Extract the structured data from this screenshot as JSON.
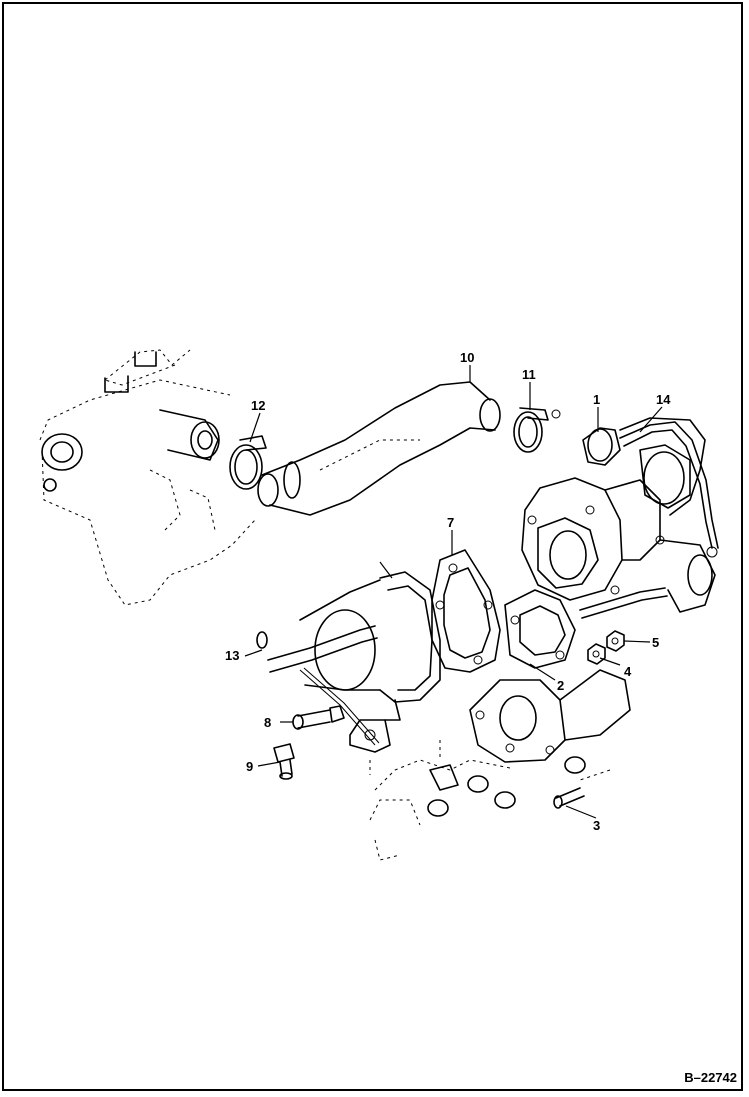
{
  "figure_id": "B–22742",
  "callouts": [
    "1",
    "2",
    "3",
    "4",
    "5",
    "7",
    "8",
    "9",
    "10",
    "11",
    "12",
    "13",
    "14"
  ]
}
